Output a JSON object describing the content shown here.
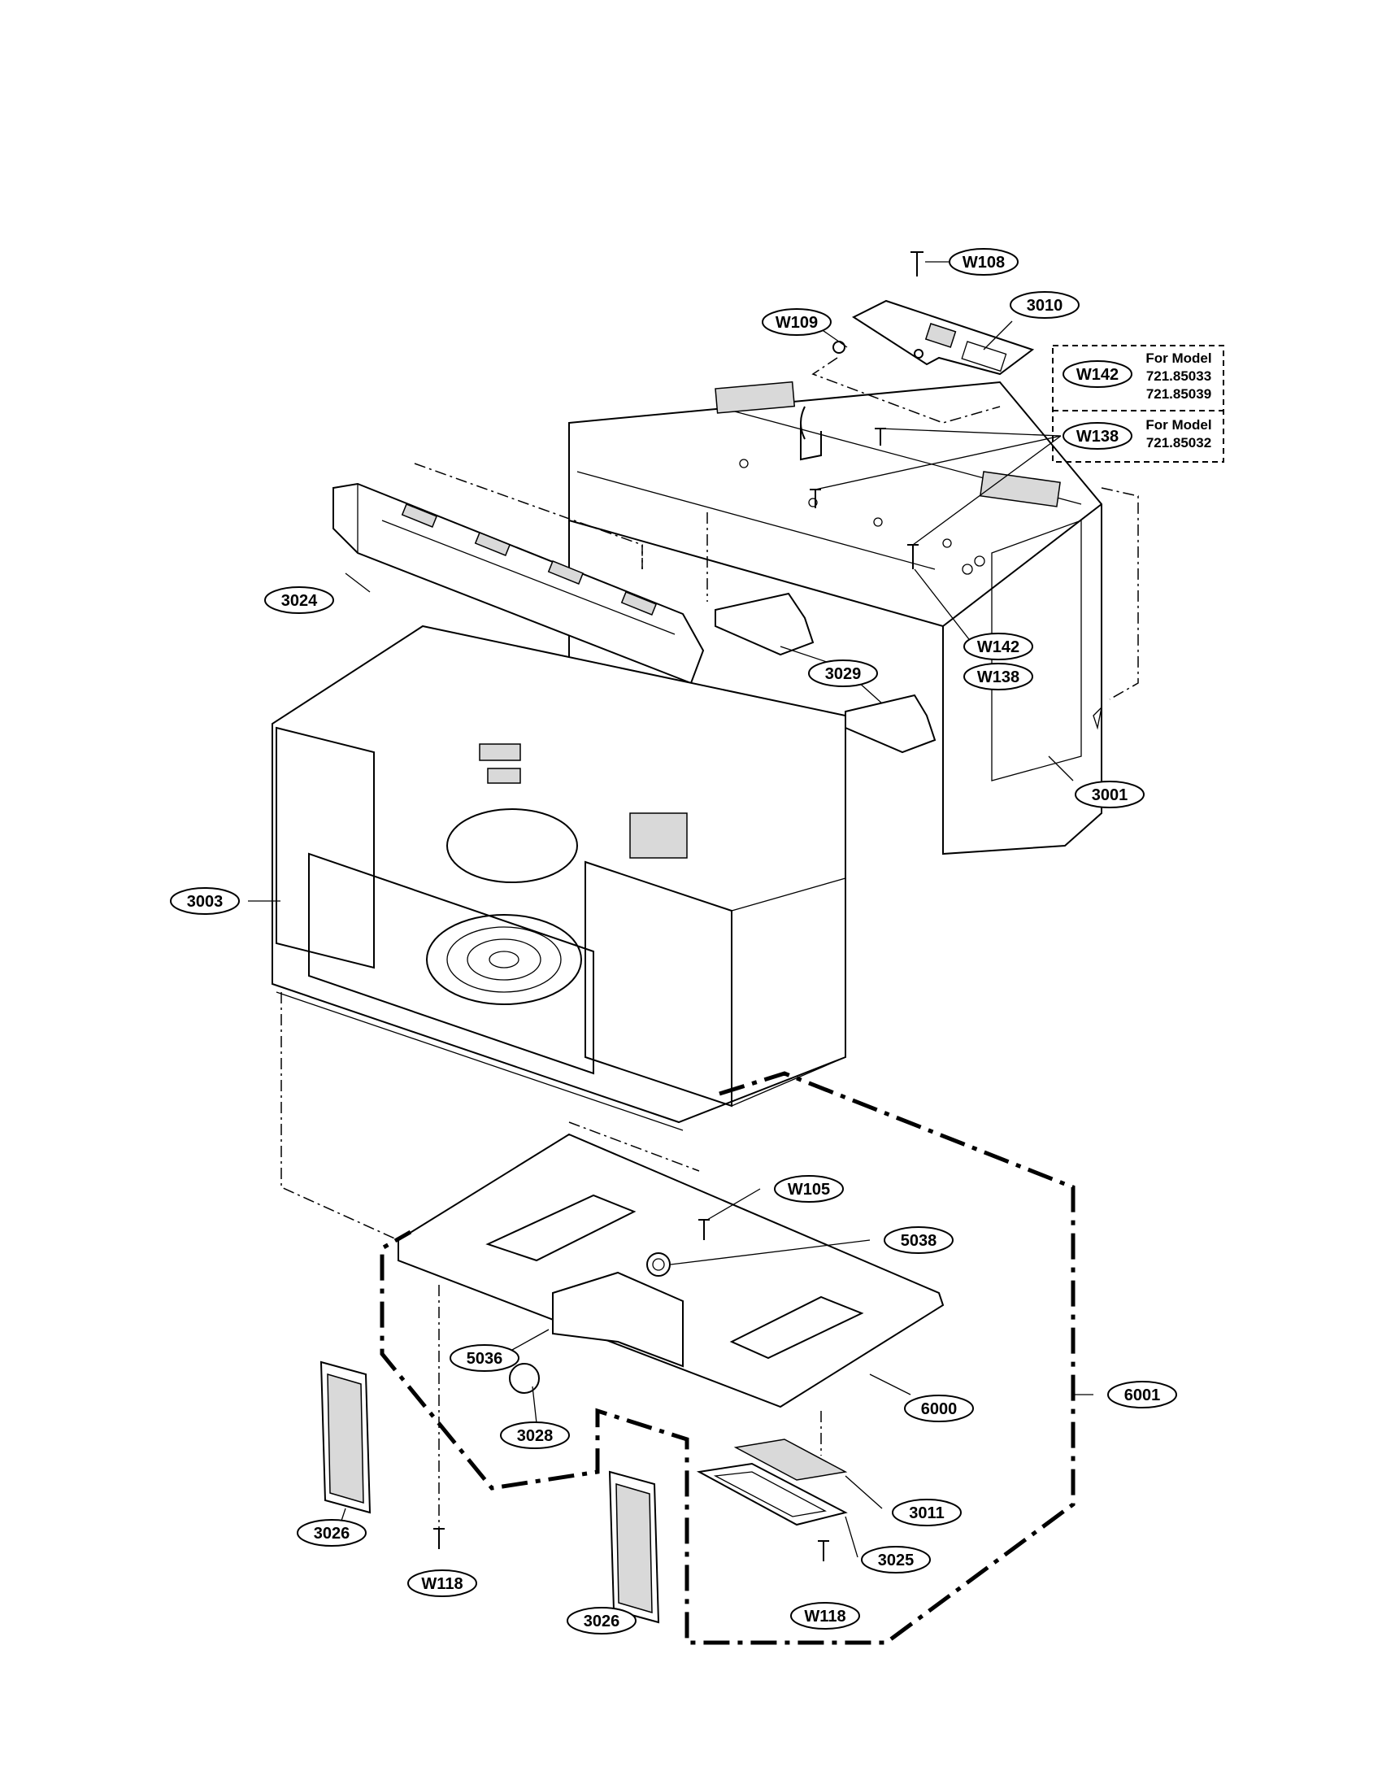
{
  "callouts": {
    "w108": "W108",
    "w109": "W109",
    "p3010": "3010",
    "w142_box": "W142",
    "w138_top": "W138",
    "p3024": "3024",
    "w142_side": "W142",
    "w138_side": "W138",
    "p3029": "3029",
    "p3001": "3001",
    "p3003": "3003",
    "w105": "W105",
    "p5038": "5038",
    "p5036": "5036",
    "p6000": "6000",
    "p6001": "6001",
    "p3028": "3028",
    "p3011": "3011",
    "p3025": "3025",
    "p3026_left": "3026",
    "p3026_right": "3026",
    "w118_left": "W118",
    "w118_right": "W118"
  },
  "model_notes": {
    "box1_title": "For Model",
    "box1_model_a": "721.85033",
    "box1_model_b": "721.85039",
    "box2_title": "For Model",
    "box2_model_a": "721.85032"
  }
}
